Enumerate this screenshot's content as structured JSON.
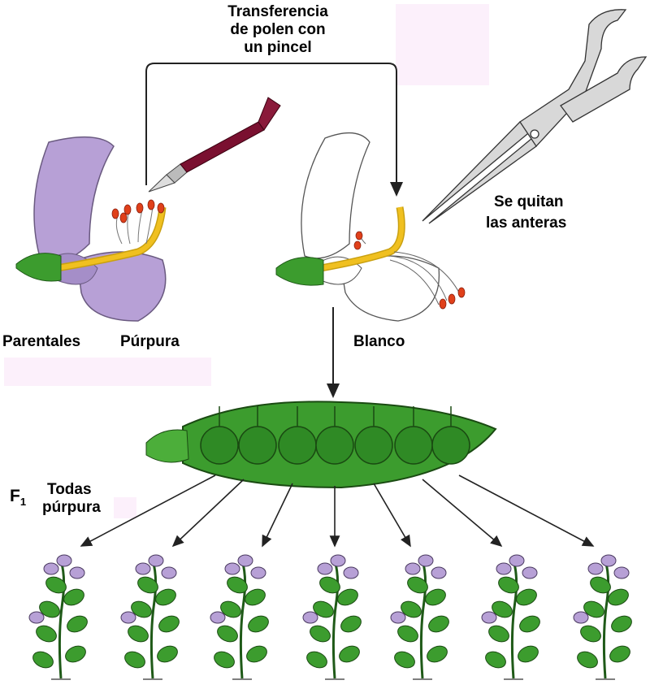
{
  "title_lines": [
    "Transferencia",
    "de polen con",
    "un pincel"
  ],
  "scissors_label": [
    "Se quitan",
    "las anteras"
  ],
  "parent_labels": {
    "parentales": "Parentales",
    "purple": "Púrpura",
    "white": "Blanco"
  },
  "f1_label": {
    "generation": "F",
    "subscript": "1",
    "result": [
      "Todas",
      "púrpura"
    ]
  },
  "colors": {
    "purple_petal": "#b7a0d6",
    "green": "#3c9c2e",
    "pea": "#2f8a25",
    "anther": "#e0401a",
    "style": "#f0c020",
    "brush": "#7a1030"
  },
  "offspring_count": 7
}
